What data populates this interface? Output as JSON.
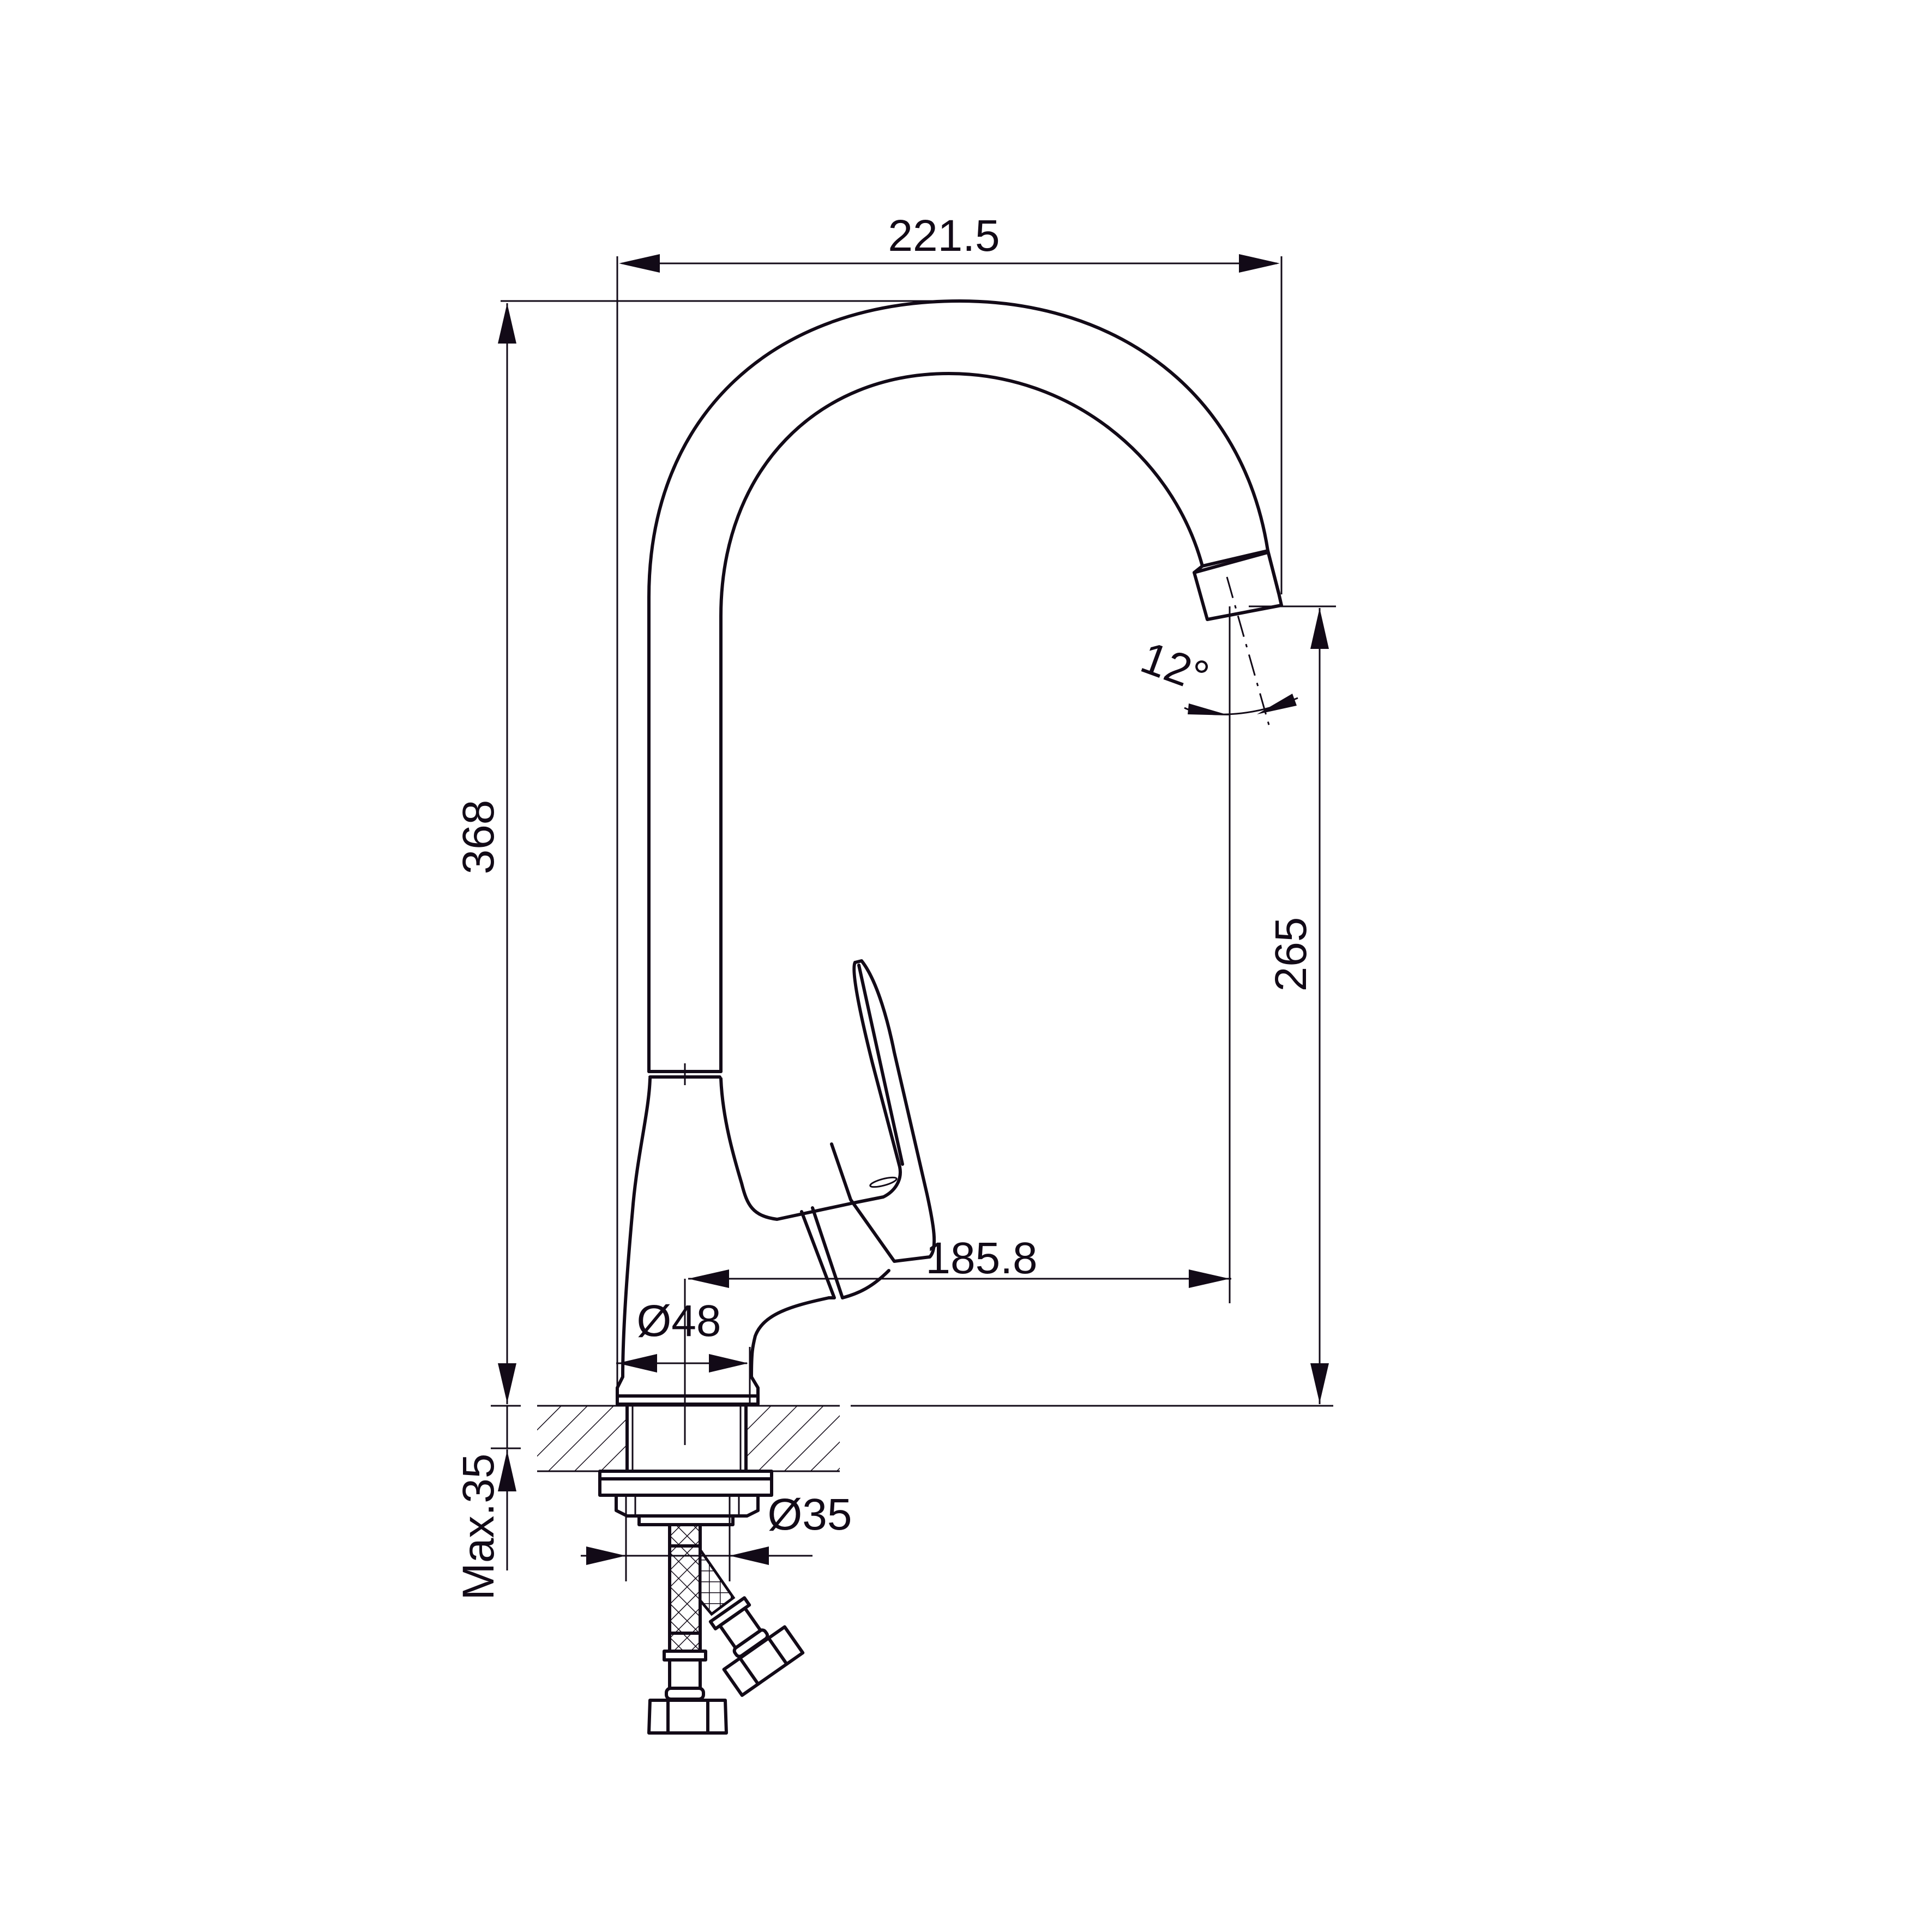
{
  "drawing": {
    "title": "Single-lever kitchen faucet dimension drawing",
    "units": "mm",
    "line_color": "#120a17",
    "background": "#ffffff"
  },
  "dimensions": {
    "overall_width": "221.5",
    "overall_height": "368",
    "spout_height": "265",
    "spout_reach": "185.8",
    "base_diameter": "Ø48",
    "mounting_diameter": "Ø35",
    "max_counter_thickness": "Max.35",
    "spout_angle": "12°"
  },
  "parts": {
    "spout": "gooseneck-spout",
    "aerator": "aerator-tip",
    "lever": "single-lever-handle",
    "body": "faucet-body",
    "countertop": "hatched-countertop-section",
    "mounting": "mounting-nut-and-washer",
    "hoses": [
      "braided-hose-straight",
      "braided-hose-angled"
    ]
  }
}
